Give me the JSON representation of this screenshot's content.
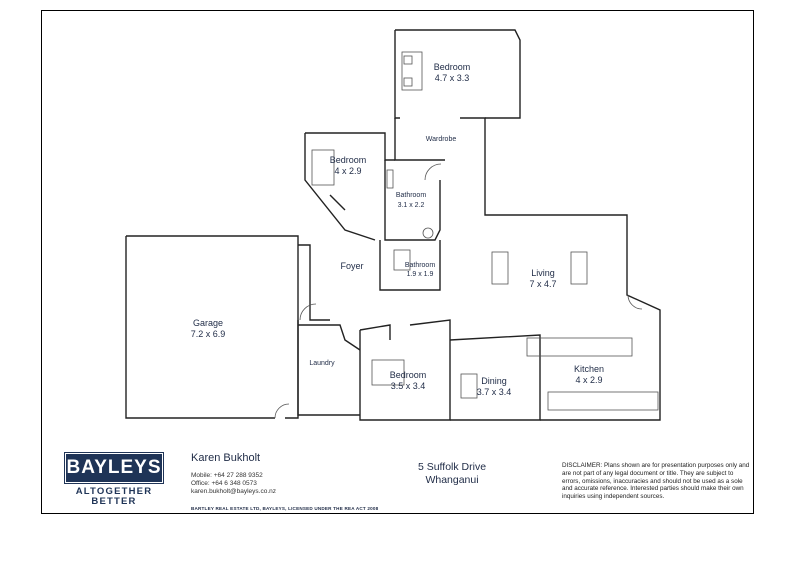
{
  "rooms": [
    {
      "id": "bedroom1",
      "name": "Bedroom",
      "dims": "4.7 x 3.3"
    },
    {
      "id": "wardrobe",
      "name": "Wardrobe",
      "dims": ""
    },
    {
      "id": "bedroom2",
      "name": "Bedroom",
      "dims": "4 x 2.9"
    },
    {
      "id": "bathroom1",
      "name": "Bathroom",
      "dims": "3.1 x 2.2"
    },
    {
      "id": "bathroom2",
      "name": "Bathroom",
      "dims": "1.9 x 1.9"
    },
    {
      "id": "foyer",
      "name": "Foyer",
      "dims": ""
    },
    {
      "id": "living",
      "name": "Living",
      "dims": "7 x 4.7"
    },
    {
      "id": "garage",
      "name": "Garage",
      "dims": "7.2 x 6.9"
    },
    {
      "id": "laundry",
      "name": "Laundry",
      "dims": ""
    },
    {
      "id": "bedroom3",
      "name": "Bedroom",
      "dims": "3.5 x 3.4"
    },
    {
      "id": "dining",
      "name": "Dining",
      "dims": "3.7 x 3.4"
    },
    {
      "id": "kitchen",
      "name": "Kitchen",
      "dims": "4 x 2.9"
    }
  ],
  "brand": {
    "logo": "BAYLEYS",
    "tagline_line1": "ALTOGETHER",
    "tagline_line2": "BETTER",
    "color": "#1f3457"
  },
  "agent": {
    "name": "Karen Bukholt",
    "mobile": "Mobile: +64 27 288 9352",
    "office": "Office: +64 6 348 0573",
    "email": "karen.bukholt@bayleys.co.nz",
    "licence": "BARTLEY REAL ESTATE LTD, BAYLEYS, LICENSED UNDER THE REA ACT 2008"
  },
  "address": {
    "line1": "5 Suffolk Drive",
    "line2": "Whanganui"
  },
  "disclaimer": "DISCLAIMER: Plans shown are for presentation purposes only and are not part of any legal document or title. They are subject to errors, omissions, inaccuracies and should not be used as a sole and accurate reference. Interested parties should make their own inquiries using independent sources."
}
